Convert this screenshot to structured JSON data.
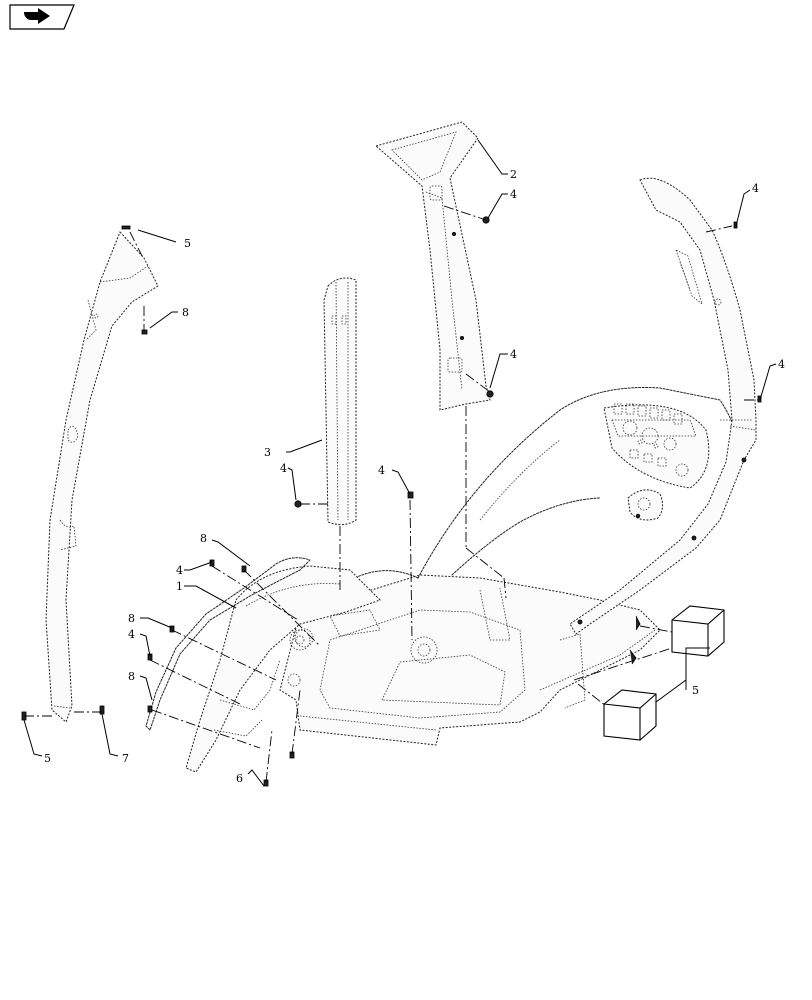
{
  "nav": {
    "icon": "arrow-right-icon"
  },
  "callouts": [
    {
      "id": "c1",
      "label": "1"
    },
    {
      "id": "c2",
      "label": "2"
    },
    {
      "id": "c3",
      "label": "3"
    },
    {
      "id": "c4a",
      "label": "4"
    },
    {
      "id": "c4b",
      "label": "4"
    },
    {
      "id": "c4c",
      "label": "4"
    },
    {
      "id": "c4d",
      "label": "4"
    },
    {
      "id": "c4e",
      "label": "4"
    },
    {
      "id": "c4f",
      "label": "4"
    },
    {
      "id": "c4g",
      "label": "4"
    },
    {
      "id": "c4h",
      "label": "4"
    },
    {
      "id": "c5a",
      "label": "5"
    },
    {
      "id": "c5b",
      "label": "5"
    },
    {
      "id": "c5c",
      "label": "5"
    },
    {
      "id": "c6",
      "label": "6"
    },
    {
      "id": "c7",
      "label": "7"
    },
    {
      "id": "c8a",
      "label": "8"
    },
    {
      "id": "c8b",
      "label": "8"
    },
    {
      "id": "c8c",
      "label": "8"
    },
    {
      "id": "c8d",
      "label": "8"
    }
  ]
}
